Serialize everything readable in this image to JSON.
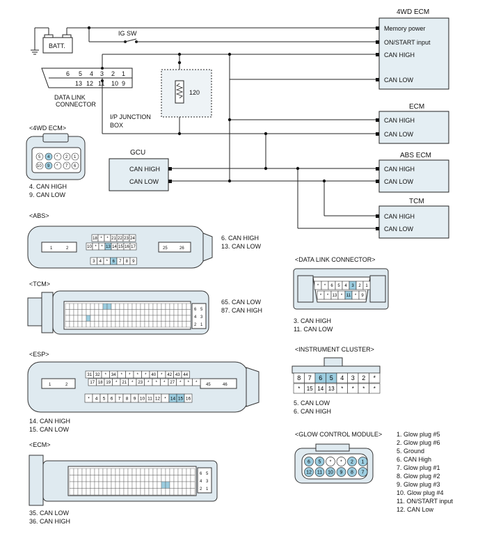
{
  "wiring": {
    "batt": "BATT.",
    "ig_sw": "IG SW",
    "dlc": "DATA LINK\nCONNECTOR",
    "dlc_line1": "DATA LINK",
    "dlc_line2": "CONNECTOR",
    "jb_line1": "I/P JUNCTION",
    "jb_line2": "BOX",
    "resistor": "120",
    "dlc_pins_top": [
      "6",
      "5",
      "4",
      "3",
      "2",
      "1"
    ],
    "dlc_pins_bottom": [
      "13",
      "12",
      "11",
      "10",
      "9"
    ],
    "ecm4wd": {
      "title": "4WD ECM",
      "memory": "Memory power",
      "onstart": "ON/START input",
      "canhigh": "CAN HIGH",
      "canlow": "CAN LOW"
    },
    "ecm": {
      "title": "ECM",
      "canhigh": "CAN HIGH",
      "canlow": "CAN LOW"
    },
    "abs": {
      "title": "ABS ECM",
      "canhigh": "CAN HIGH",
      "canlow": "CAN LOW"
    },
    "tcm": {
      "title": "TCM",
      "canhigh": "CAN HIGH",
      "canlow": "CAN LOW"
    },
    "gcu": {
      "title": "GCU",
      "canhigh": "CAN HIGH",
      "canlow": "CAN LOW"
    }
  },
  "connectors": {
    "c4wd": {
      "title": "<4WD ECM>",
      "n1": "4. CAN HIGH",
      "n2": "9. CAN LOW",
      "pins": [
        "5",
        "4",
        "*",
        "2",
        "1",
        "10",
        "9",
        "*",
        "7",
        "6"
      ]
    },
    "abs": {
      "title": "<ABS>",
      "n1": "6. CAN HIGH",
      "n2": "13. CAN LOW",
      "row1": [
        "18",
        "*",
        "*",
        "21",
        "22",
        "23",
        "24"
      ],
      "row2": [
        "10",
        "*",
        "*",
        "13",
        "14",
        "15",
        "16",
        "17"
      ],
      "row3": [
        "3",
        "4",
        "*",
        "6",
        "7",
        "8",
        "9"
      ],
      "left": [
        "1",
        "2"
      ],
      "right": [
        "25",
        "26"
      ]
    },
    "tcm": {
      "title": "<TCM>",
      "n1": "65. CAN LOW",
      "n2": "87. CAN HIGH",
      "side": [
        "6",
        "5",
        "4",
        "3",
        "2",
        "1"
      ]
    },
    "esp": {
      "title": "<ESP>",
      "n1": "14. CAN HIGH",
      "n2": "15. CAN LOW",
      "row1": [
        "31",
        "32",
        "*",
        "34",
        "*",
        "*",
        "*",
        "*",
        "40",
        "*",
        "42",
        "43",
        "44"
      ],
      "row2": [
        "17",
        "18",
        "19",
        "*",
        "21",
        "*",
        "23",
        "*",
        "*",
        "*",
        "27",
        "*",
        "*",
        "*"
      ],
      "row3": [
        "*",
        "4",
        "5",
        "6",
        "7",
        "8",
        "9",
        "10",
        "11",
        "12",
        "*",
        "14",
        "15",
        "16"
      ],
      "left": [
        "1",
        "2"
      ],
      "right": [
        "45",
        "46"
      ]
    },
    "ecm": {
      "title": "<ECM>",
      "n1": "35. CAN LOW",
      "n2": "36. CAN HIGH",
      "side": [
        "6",
        "5",
        "4",
        "3",
        "2",
        "1"
      ]
    },
    "dlc": {
      "title": "<DATA LINK CONNECTOR>",
      "n1": "3. CAN HIGH",
      "n2": "11. CAN LOW",
      "row1": [
        "*",
        "*",
        "6",
        "5",
        "4",
        "3",
        "2",
        "1"
      ],
      "row2": [
        "*",
        "*",
        "13",
        "*",
        "11",
        "*",
        "9"
      ]
    },
    "cluster": {
      "title": "<INSTRUMENT CLUSTER>",
      "n1": "5. CAN LOW",
      "n2": "6. CAN HIGH",
      "row1": [
        "8",
        "7",
        "6",
        "5",
        "4",
        "3",
        "2",
        "*"
      ],
      "row2": [
        "*",
        "15",
        "14",
        "13",
        "*",
        "*",
        "*",
        "*"
      ]
    },
    "glow": {
      "title": "<GLOW CONTROL MODULE>",
      "row1": [
        "6",
        "5",
        "*",
        "*",
        "2",
        "1"
      ],
      "row2": [
        "12",
        "11",
        "10",
        "9",
        "8",
        "7"
      ],
      "legend": [
        "1. Glow plug #5",
        "2. Glow plug #6",
        "5. Ground",
        "6. CAN High",
        "7. Glow plug #1",
        "8. Glow plug #2",
        "9. Glow plug #3",
        "10. Glow plug #4",
        "11. ON/START input",
        "12. CAN Low"
      ]
    }
  }
}
